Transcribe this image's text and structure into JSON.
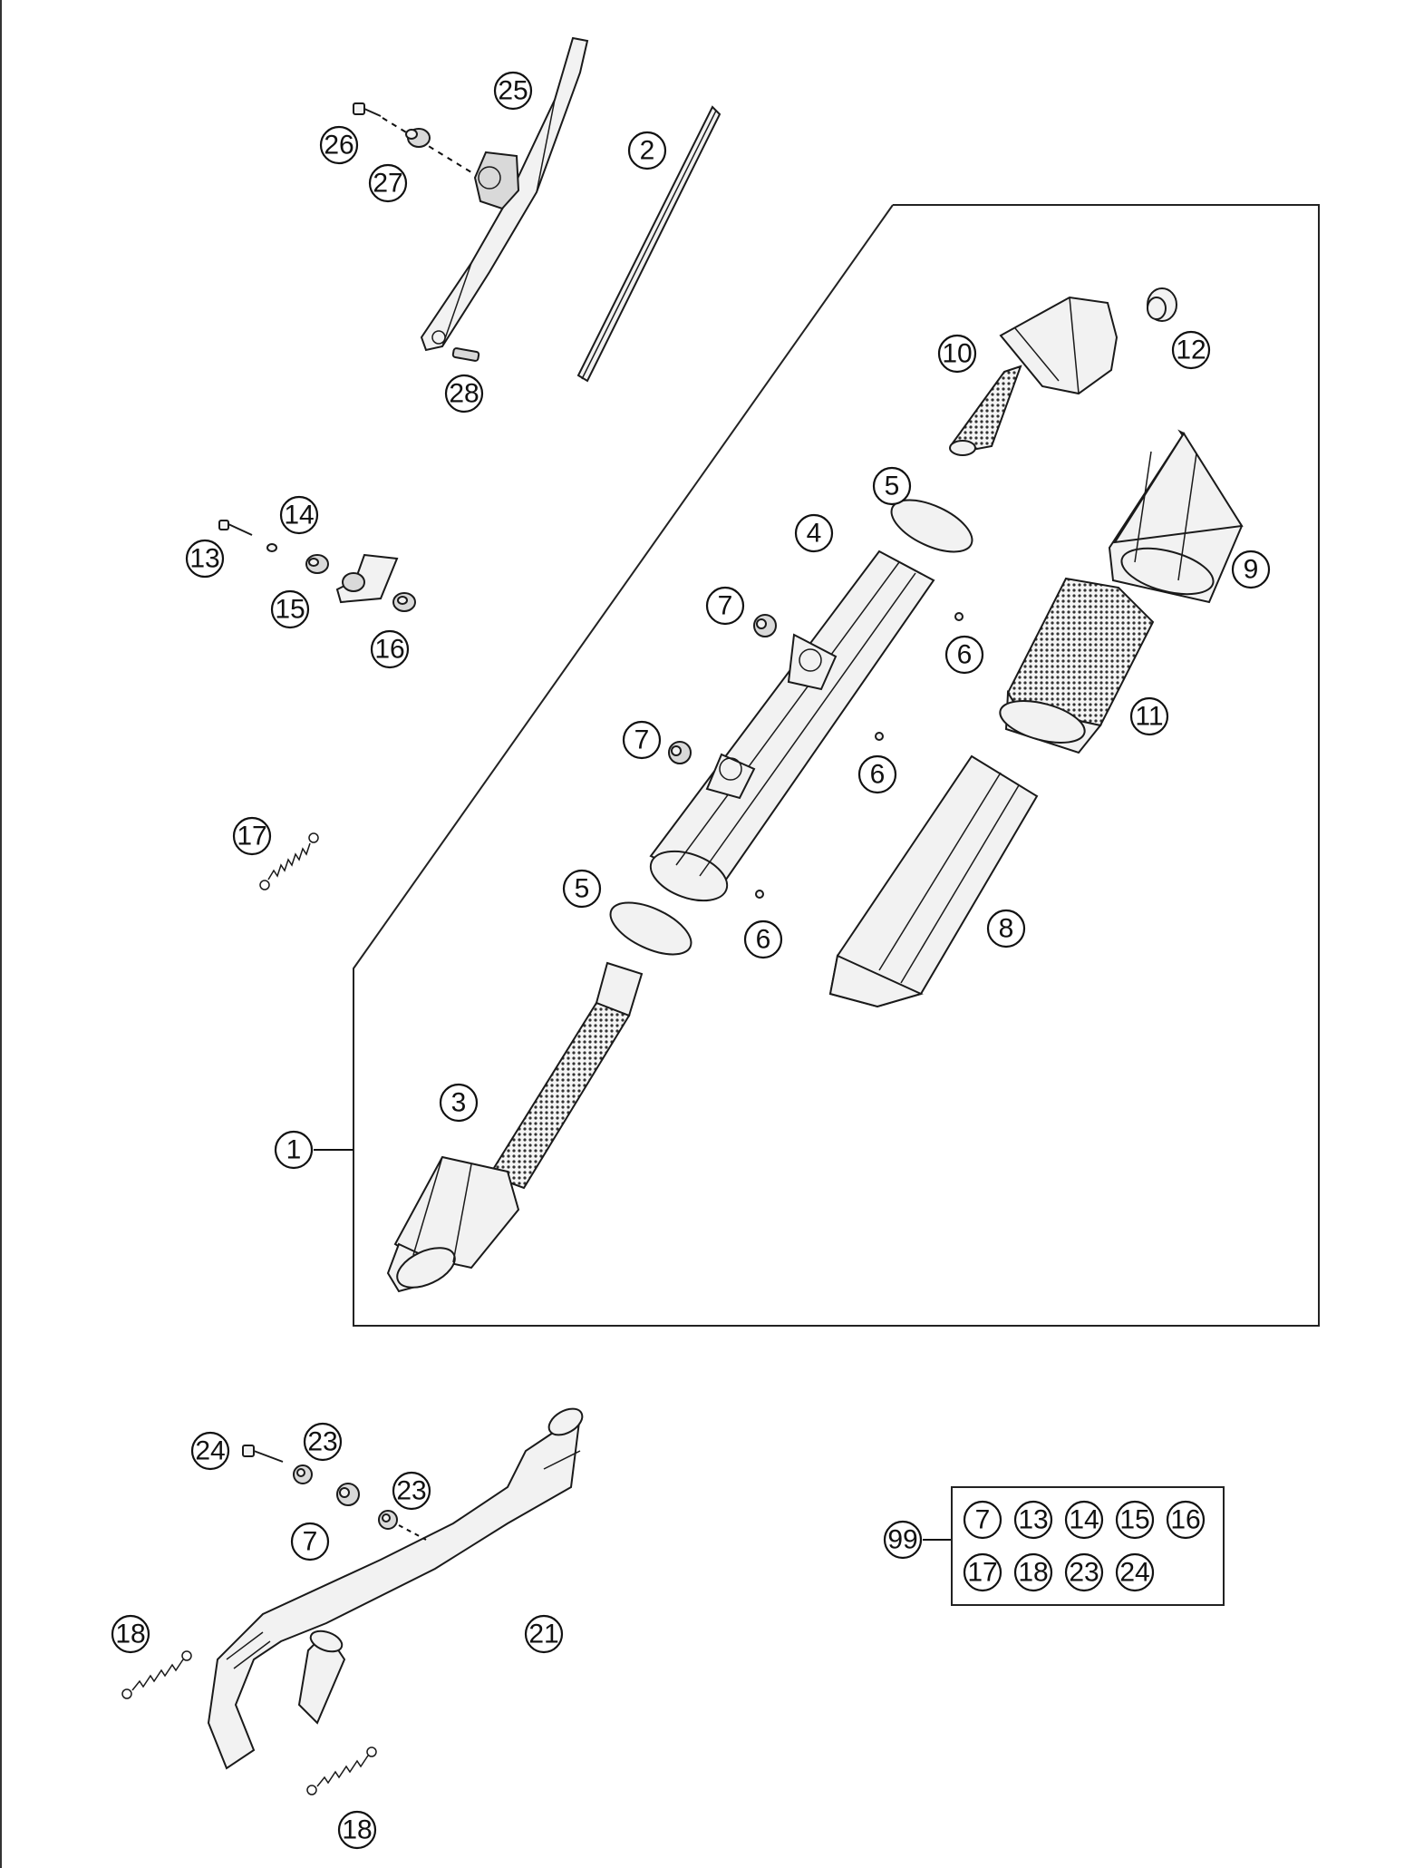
{
  "callouts": {
    "c1": "1",
    "c2": "2",
    "c3": "3",
    "c4": "4",
    "c5a": "5",
    "c5b": "5",
    "c6a": "6",
    "c6b": "6",
    "c6c": "6",
    "c7a": "7",
    "c7b": "7",
    "c7c": "7",
    "c8": "8",
    "c9": "9",
    "c10": "10",
    "c11": "11",
    "c12": "12",
    "c13": "13",
    "c14": "14",
    "c15": "15",
    "c16": "16",
    "c17": "17",
    "c18a": "18",
    "c18b": "18",
    "c21": "21",
    "c23a": "23",
    "c23b": "23",
    "c24": "24",
    "c25": "25",
    "c26": "26",
    "c27": "27",
    "c28": "28",
    "c99": "99"
  },
  "kit_box": {
    "row1": [
      "7",
      "13",
      "14",
      "15",
      "16"
    ],
    "row2": [
      "17",
      "18",
      "23",
      "24"
    ]
  },
  "colors": {
    "line": "#1a1a1a",
    "fill": "#f2f2f2",
    "background": "#ffffff"
  }
}
